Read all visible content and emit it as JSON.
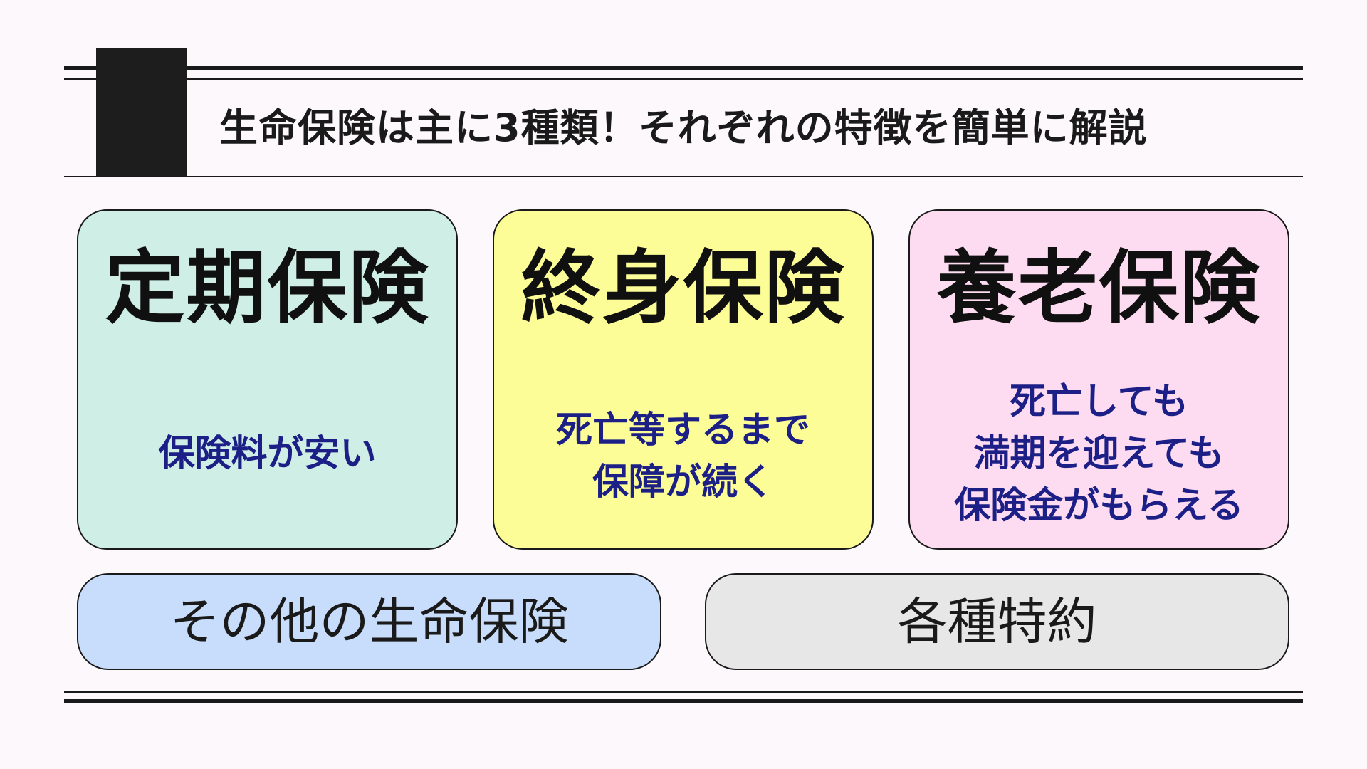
{
  "page": {
    "title": "生命保険は主に3種類！それぞれの特徴を簡単に解説"
  },
  "cards": [
    {
      "title": "定期保険",
      "description": "保険料が安い",
      "color": "#cfeee6"
    },
    {
      "title": "終身保険",
      "description": "死亡等するまで\n保障が続く",
      "color": "#fdfd97"
    },
    {
      "title": "養老保険",
      "description": "死亡しても\n満期を迎えても\n保険金がもらえる",
      "color": "#fddbf1"
    }
  ],
  "bottom": {
    "other": "その他の生命保険",
    "riders": "各種特約"
  },
  "colors": {
    "description_text": "#1b1f86",
    "other_pill": "#c8ddfb",
    "riders_pill": "#e7e7e7"
  }
}
